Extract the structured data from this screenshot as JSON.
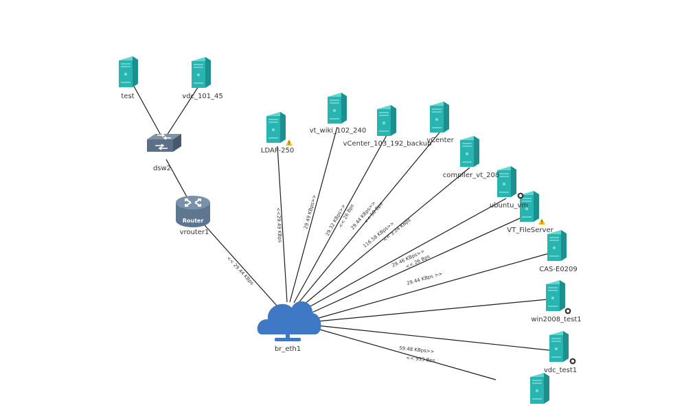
{
  "colors": {
    "server_front": "#27b5b2",
    "server_top": "#5fd6cf",
    "server_side": "#1d8f8c",
    "switch": "#5b6f86",
    "router": "#5f7690",
    "cloud": "#3f78c5",
    "link": "#1a1a1a",
    "warning": "#f4c20d",
    "status_ring": "#333333"
  },
  "nodes": {
    "test": "test",
    "vdc_101_45": "vdc_101_45",
    "dsw2": "dsw2",
    "vrouter1": "vrouter1",
    "router_icon_text": "Router",
    "ldap": "LDAP-250",
    "vt_wiki": "vt_wiki_102_240",
    "vcenter_backup": "vCenter_103_192_backup",
    "vcenter": "vCenter",
    "compiler": "compiler_vt_208",
    "ubuntu": "ubuntu_vm",
    "fileserver": "VT_FileServer",
    "cas": "CAS-E0209",
    "win2008": "win2008_test1",
    "vdc_test1": "vdc_test1",
    "br_eth1": "br_eth1"
  },
  "rates": {
    "vrouter": "<< 29.44 KBps",
    "ldap": "<<29.49 KBps",
    "vt_wiki": "29.49 KBps>>",
    "vcb_a": "29.32 KBps>>",
    "vcb_b": "<< 26 Bps",
    "vc_a": "29.44 KBps>>",
    "vc_b": "<< 50 Bps",
    "comp_a": "116.58 KBps>>",
    "comp_b": "<< 3.24 KBps",
    "fs_a": "29.46 KBps>>",
    "fs_b": "<< 26 Bps",
    "cas": "29.44 KBps >>",
    "vdc_a": "59.48 KBps>>",
    "vdc_b": "<< 953 Bps"
  }
}
